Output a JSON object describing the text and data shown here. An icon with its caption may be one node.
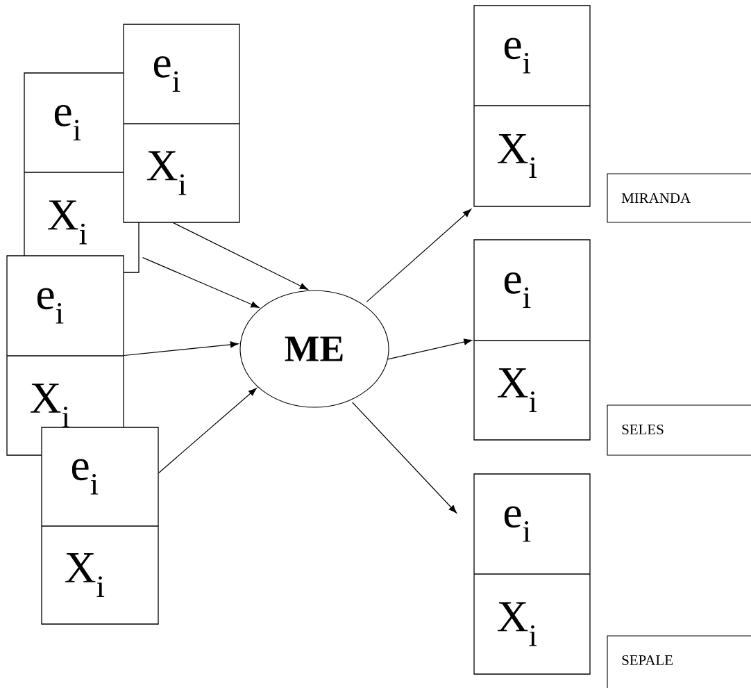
{
  "diagram": {
    "nodes": [
      {
        "text": [
          "e$_{i}$",
          "X$_{i}$"
        ]
      },
      {
        "text": [
          "e$_{i}$",
          "X$_{i}$"
        ]
      },
      {
        "text": [
          "e$_{i}$",
          "X$_{i}$"
        ]
      },
      {
        "text": [
          "e$_{i}$",
          "X$_{i}$"
        ]
      },
      {
        "text": [
          "ME"
        ]
      },
      {
        "text": [
          "e$_{i}$",
          "X$_{i}$"
        ]
      },
      {
        "text": [
          "e$_{i}$",
          "X$_{i}$"
        ]
      },
      {
        "text": [
          "e$_{i}$",
          "X$_{i}$"
        ]
      },
      {
        "text": [
          "MIRANDA"
        ]
      },
      {
        "text": [
          "SELES"
        ]
      },
      {
        "text": [
          "SEPALE"
        ]
      }
    ],
    "edges": [
      {
        "from": 1,
        "to": 4,
        "arrow": "to"
      },
      {
        "from": 0,
        "to": 4,
        "arrow": "to"
      },
      {
        "from": 2,
        "to": 4,
        "arrow": "to"
      },
      {
        "from": 3,
        "to": 4,
        "arrow": "to"
      },
      {
        "from": 4,
        "to": 5,
        "arrow": "to"
      },
      {
        "from": 4,
        "to": 6,
        "arrow": "to"
      },
      {
        "from": 4,
        "to": 7,
        "arrow": "to"
      }
    ]
  }
}
